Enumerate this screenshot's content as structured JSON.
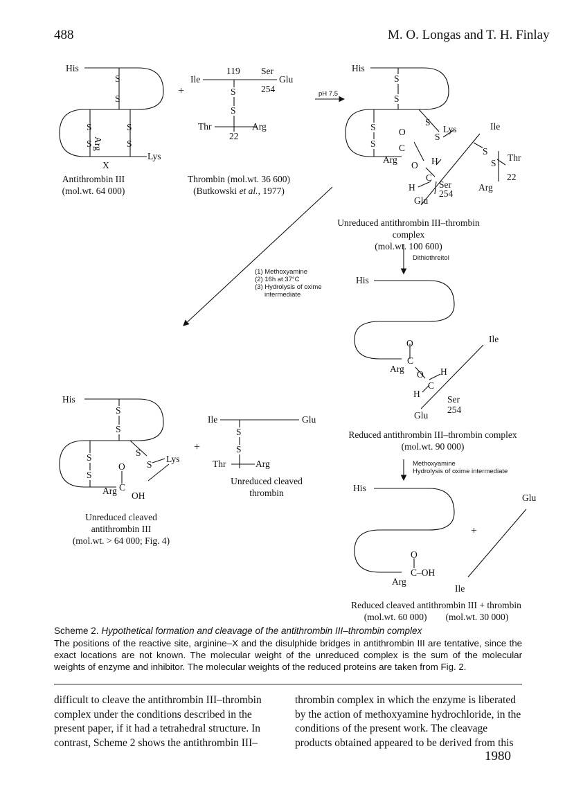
{
  "header": {
    "page_number": "488",
    "authors": "M. O. Longas and T. H. Finlay"
  },
  "scheme": {
    "antithrombin": {
      "his": "His",
      "lys": "Lys",
      "arg": "Arg",
      "x": "X",
      "s": "S",
      "caption1": "Antithrombin III",
      "caption2": "(mol.wt. 64 000)"
    },
    "plus": "+",
    "thrombin": {
      "ile": "Ile",
      "n119": "119",
      "ser": "Ser",
      "glu": "Glu",
      "n254": "254",
      "thr": "Thr",
      "arg": "Arg",
      "n22": "22",
      "s": "S",
      "caption1": "Thrombin (mol.wt. 36 600)",
      "caption2_pre": "(Butkowski ",
      "caption2_em": "et al.",
      "caption2_post": ", 1977)"
    },
    "ph": "pH 7.5",
    "complex": {
      "his": "His",
      "lys": "Lys",
      "arg": "Arg",
      "ile": "Ile",
      "thr": "Thr",
      "n22": "22",
      "ser": "Ser",
      "n254": "254",
      "glu": "Glu",
      "o": "O",
      "c": "C",
      "h": "H",
      "s": "S",
      "caption1": "Unreduced antithrombin III–thrombin complex",
      "caption2": "(mol.wt. 100 600)"
    },
    "dithiothreitol": "Dithiothreitol",
    "diag_conditions": [
      "(1)  Methoxyamine",
      "(2)  16h at 37°C",
      "(3)  Hydrolysis of oxime",
      "intermediate"
    ],
    "reduced_complex": {
      "his": "His",
      "ile": "Ile",
      "arg": "Arg",
      "o": "O",
      "c": "C",
      "h": "H",
      "ser": "Ser",
      "n254": "254",
      "glu": "Glu",
      "caption1": "Reduced antithrombin III–thrombin complex",
      "caption2": "(mol.wt. 90 000)"
    },
    "methoxy_step": [
      "Methoxyamine",
      "Hydrolysis of oxime intermediate"
    ],
    "cleaved_at": {
      "his": "His",
      "lys": "Lys",
      "arg": "Arg",
      "o": "O",
      "c": "C",
      "oh": "OH",
      "s": "S",
      "caption1": "Unreduced cleaved",
      "caption2": "antithrombin III",
      "caption3": "(mol.wt. > 64 000; Fig. 4)"
    },
    "cleaved_thrombin": {
      "ile": "Ile",
      "glu": "Glu",
      "thr": "Thr",
      "arg": "Arg",
      "s": "S",
      "caption1": "Unreduced cleaved",
      "caption2": "thrombin"
    },
    "reduced_cleaved": {
      "his": "His",
      "arg": "Arg",
      "o": "O",
      "coh": "C–OH",
      "glu": "Glu",
      "ile": "Ile",
      "caption1": "Reduced cleaved antithrombin III + thrombin",
      "caption2a": "(mol.wt. 60 000)",
      "caption2b": "(mol.wt. 30 000)"
    }
  },
  "caption": {
    "label": "Scheme 2.",
    "title": "Hypothetical formation and cleavage of the antithrombin III–thrombin complex",
    "body": "The positions of the reactive site, arginine–X and the disulphide bridges in antithrombin III are tentative, since the exact locations are not known. The molecular weight of the unreduced complex is the sum of the molecular weights of enzyme and inhibitor. The molecular weights of the reduced proteins are taken from Fig. 2."
  },
  "body_text": {
    "left": [
      "difficult to cleave the antithrombin III–thrombin",
      "complex under the conditions described in the",
      "present paper, if it had a tetrahedral structure. In",
      "contrast, Scheme 2 shows the antithrombin III–"
    ],
    "right": [
      "thrombin complex in which the enzyme is liberated",
      "by the action of methoxyamine hydrochloride, in the",
      "conditions of the present work. The cleavage",
      "products obtained appeared to be derived from this"
    ]
  },
  "footer": {
    "year": "1980"
  }
}
